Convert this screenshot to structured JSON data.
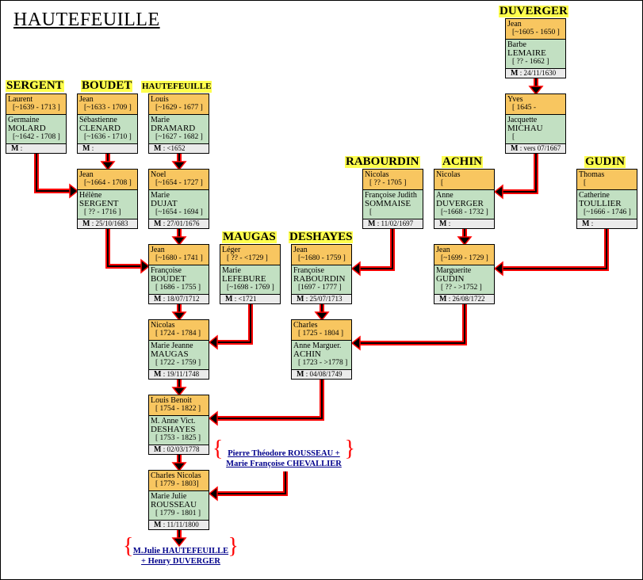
{
  "title": "HAUTEFEUILLE",
  "marriage_label": "M",
  "surnames": [
    {
      "id": "sergent",
      "text": "SERGENT"
    },
    {
      "id": "boudet",
      "text": "BOUDET"
    },
    {
      "id": "hautefeuille",
      "text": "HAUTEFEUILLE"
    },
    {
      "id": "duverger",
      "text": "DUVERGER"
    },
    {
      "id": "maugas",
      "text": "MAUGAS"
    },
    {
      "id": "deshayes",
      "text": "DESHAYES"
    },
    {
      "id": "rabourdin",
      "text": "RABOURDIN"
    },
    {
      "id": "achin",
      "text": "ACHIN"
    },
    {
      "id": "gudin",
      "text": "GUDIN"
    }
  ],
  "couples": [
    {
      "id": "laurent-sergent",
      "husband": "Laurent",
      "husband_dates": "[~1639 - 1713 ]",
      "wife_first": "Germaine",
      "wife_last": "MOLARD",
      "wife_dates": "[~1642 - 1708 ]",
      "marriage": ": "
    },
    {
      "id": "jean-boudet",
      "husband": "Jean",
      "husband_dates": "[~1633 - 1709 ]",
      "wife_first": "Sébastienne",
      "wife_last": "CLENARD",
      "wife_dates": "[~1636 - 1710 ]",
      "marriage": ": "
    },
    {
      "id": "louis-hautefeuille",
      "husband": "Louis",
      "husband_dates": "[~1629 - 1677 ]",
      "wife_first": "Marie",
      "wife_last": "DRAMARD",
      "wife_dates": "[~1627 - 1682 ]",
      "marriage": ":  <1652"
    },
    {
      "id": "jean-boudet-2",
      "husband": "Jean",
      "husband_dates": "[~1664 - 1708 ]",
      "wife_first": "Hélène",
      "wife_last": "SERGENT",
      "wife_dates": "[ ?? - 1716 ]",
      "marriage": ": 25/10/1683"
    },
    {
      "id": "noel-hautefeuille",
      "husband": "Noel",
      "husband_dates": "[~1654 - 1727 ]",
      "wife_first": "Marie",
      "wife_last": "DUJAT",
      "wife_dates": "[~1654 - 1694 ]",
      "marriage": ": 27/01/1676"
    },
    {
      "id": "jean-hautefeuille",
      "husband": "Jean",
      "husband_dates": "[~1680 - 1741 ]",
      "wife_first": "Françoise",
      "wife_last": "BOUDET",
      "wife_dates": "[ 1686 - 1755 ]",
      "marriage": ": 18/07/1712"
    },
    {
      "id": "leger-maugas",
      "husband": "Léger",
      "husband_dates": "[ ?? - <1729 ]",
      "wife_first": "Marie",
      "wife_last": "LEFEBURE",
      "wife_dates": "[~1698 - 1769 ]",
      "marriage": ":  <1721"
    },
    {
      "id": "jean-deshayes",
      "husband": "Jean",
      "husband_dates": "[~1680 - 1759 ]",
      "wife_first": "Françoise",
      "wife_last": "RABOURDIN",
      "wife_dates": "[1697 - 1777 ]",
      "marriage": ": 25/07/1713"
    },
    {
      "id": "nicolas-rabourdin",
      "husband": "Nicolas",
      "husband_dates": "[ ?? - 1705 ]",
      "wife_first": "Françoise Judith",
      "wife_last": "SOMMAISE",
      "wife_dates": "[",
      "marriage": ": 11/02/1697"
    },
    {
      "id": "nicolas-achin",
      "husband": "Nicolas",
      "husband_dates": "[",
      "wife_first": "Anne",
      "wife_last": "DUVERGER",
      "wife_dates": "[~1668 - 1732 ]",
      "marriage": ": "
    },
    {
      "id": "thomas-gudin",
      "husband": "Thomas",
      "husband_dates": "[",
      "wife_first": "Catherine",
      "wife_last": "TOULLIER",
      "wife_dates": "[~1666 - 1746 ]",
      "marriage": ": "
    },
    {
      "id": "jean-achin",
      "husband": "Jean",
      "husband_dates": "[~1699 - 1729 ]",
      "wife_first": "Marguerite",
      "wife_last": "GUDIN",
      "wife_dates": "[ ?? - >1752 ]",
      "marriage": ": 26/08/1722"
    },
    {
      "id": "jean-duverger",
      "husband": "Jean",
      "husband_dates": "[~1605 - 1650 ]",
      "wife_first": "Barbe",
      "wife_last": "LEMAIRE",
      "wife_dates": "[ ?? - 1662 ]",
      "marriage": ": 24/11/1630"
    },
    {
      "id": "yves-duverger",
      "husband": "Yves",
      "husband_dates": "[ 1645 -",
      "wife_first": "Jacquette",
      "wife_last": "MICHAU",
      "wife_dates": "[",
      "marriage": ": vers 07/1667"
    },
    {
      "id": "nicolas-hautefeuille",
      "husband": "Nicolas",
      "husband_dates": "[ 1724 - 1784 ]",
      "wife_first": "Marie Jeanne",
      "wife_last": "MAUGAS",
      "wife_dates": "[ 1722 - 1759 ]",
      "marriage": ": 19/11/1748"
    },
    {
      "id": "charles-deshayes",
      "husband": "Charles",
      "husband_dates": "[ 1725 - 1804 ]",
      "wife_first": "Anne Marguer.",
      "wife_last": "ACHIN",
      "wife_dates": "[ 1723 - >1778 ]",
      "marriage": ": 04/08/1749"
    },
    {
      "id": "louis-benoit-hautefeuille",
      "husband": "Louis Benoit",
      "husband_dates": "[ 1754 - 1822 ]",
      "wife_first": "M. Anne Vict.",
      "wife_last": "DESHAYES",
      "wife_dates": "[ 1753 - 1825 ]",
      "marriage": ": 02/03/1778"
    },
    {
      "id": "charles-nicolas-hautefeuille",
      "husband": "Charles Nicolas",
      "husband_dates": "[ 1779 - 1803]",
      "wife_first": "Marie Julie",
      "wife_last": "ROUSSEAU",
      "wife_dates": "[ 1779 - 1801 ]",
      "marriage": ": 11/11/1800"
    }
  ],
  "links": {
    "rousseau": {
      "line1": "Pierre Théodore ROUSSEAU +",
      "line2": "Marie Françoise CHEVALLIER"
    },
    "descendant": {
      "line1": "M.Julie HAUTEFEUILLE",
      "line2": "+ Henry DUVERGER"
    }
  },
  "brace_left": "{",
  "brace_right": "}",
  "colors": {
    "husband": "#f8c660",
    "wife": "#c2e0c2",
    "marriage": "#ebebeb",
    "surname_bg": "#ffff4d",
    "connector": "#ff0000",
    "link": "#00008b"
  }
}
